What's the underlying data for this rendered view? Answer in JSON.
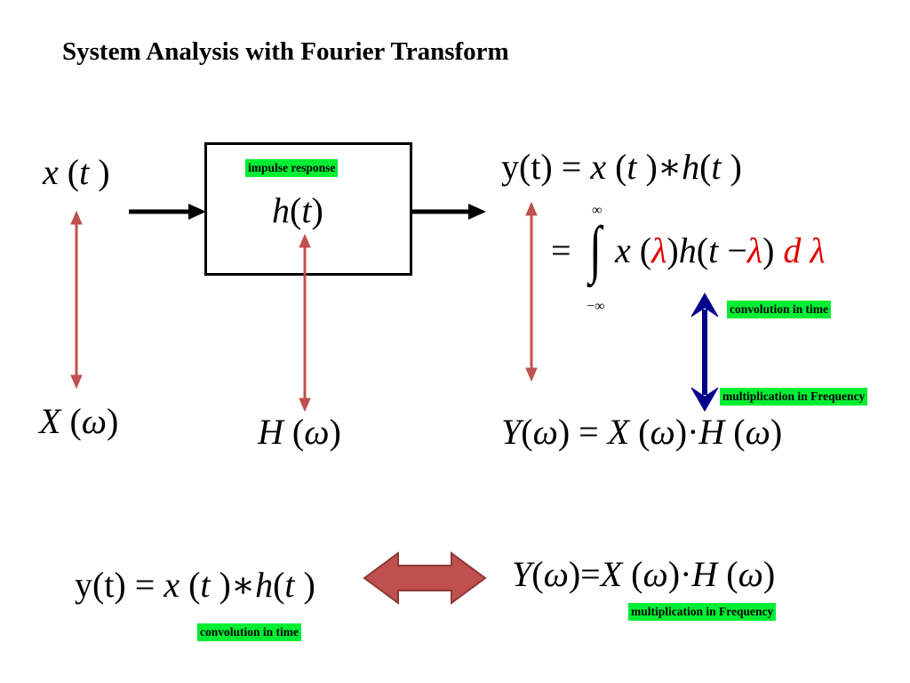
{
  "title": "System Analysis with Fourier Transform",
  "colors": {
    "tag_bg": "#00ee33",
    "arrow_red": "#c0504d",
    "arrow_blue": "#00008b",
    "lambda_red": "#e00000"
  },
  "tags": {
    "impulse_response": "impulse response",
    "convolution_top": "convolution in time",
    "multiplication_top": "multiplication in Frequency",
    "convolution_bottom": "convolution in time",
    "multiplication_bottom": "multiplication in Frequency"
  },
  "symbols": {
    "x": "x",
    "t": "t",
    "h": "h",
    "X": "X",
    "H": "H",
    "Y": "Y",
    "omega": "ω",
    "lambda": "λ",
    "d": "d",
    "inf": "∞",
    "neg_inf": "−∞",
    "integral": "∫",
    "y_t": "y(t)",
    "eq": "=",
    "conv": "∗",
    "dot": "·",
    "minus": "−",
    "lp": "(",
    "rp": ")"
  },
  "icons": [
    "signal-flow-arrow",
    "bidirectional-arrow",
    "double-headed-block-arrow"
  ]
}
